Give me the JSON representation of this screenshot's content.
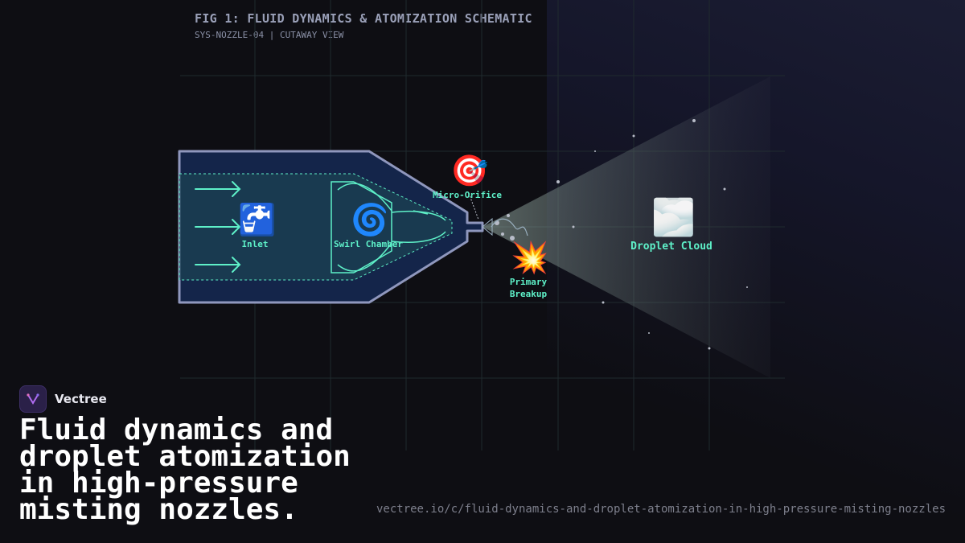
{
  "figure": {
    "title": "FIG 1: FLUID DYNAMICS & ATOMIZATION SCHEMATIC",
    "subtitle": "SYS-NOZZLE-04 | CUTAWAY VIEW"
  },
  "labels": {
    "inlet": "Inlet",
    "swirl_chamber": "Swirl Chamber",
    "micro_orifice": "Micro-Orifice",
    "primary_breakup": "Primary Breakup",
    "droplet_cloud": "Droplet Cloud"
  },
  "icons": {
    "inlet": "faucet-icon",
    "swirl_chamber": "cyclone-icon",
    "micro_orifice": "target-icon",
    "primary_breakup": "explosion-icon",
    "droplet_cloud": "cloud-icon"
  },
  "brand": {
    "name": "Vectree"
  },
  "headline": "Fluid dynamics and droplet atomization in high-pressure misting nozzles.",
  "url": "vectree.io/c/fluid-dynamics-and-droplet-atomization-in-high-pressure-misting-nozzles",
  "colors": {
    "accent": "#5ef0c8",
    "nozzle_fill": "#14254a",
    "nozzle_stroke": "#8f97bd",
    "background": "#0e0e13"
  }
}
